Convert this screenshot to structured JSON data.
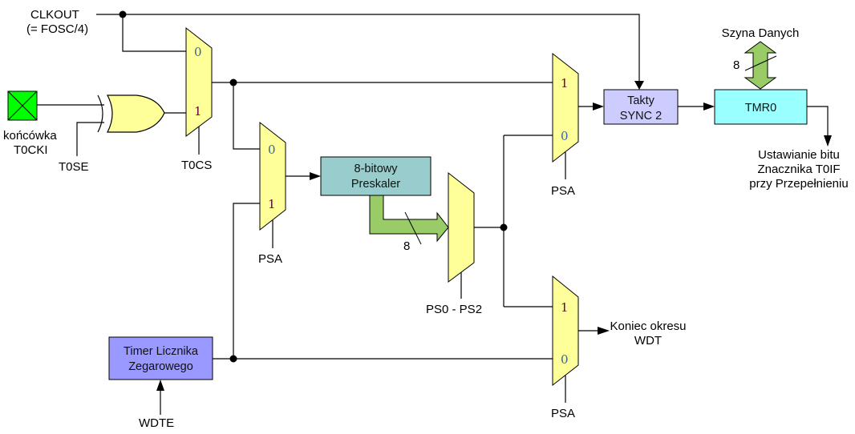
{
  "diagram": {
    "title": "TMR0 / WDT prescaler block diagram",
    "colors": {
      "mux_fill": "#ffff99",
      "xor_fill": "#ffff99",
      "pin_fill": "#00ff00",
      "prescaler_fill": "#99cccc",
      "sync_fill": "#ccccff",
      "tmr0_fill": "#99ffff",
      "wdt_timer_fill": "#9999ff",
      "bus_fill": "#99cc66",
      "mux_label_1": "#660033",
      "mux_label_0": "#336699"
    },
    "labels": {
      "clkout": "CLKOUT",
      "clkout_sub": "(= FOSC/4)",
      "pin_line1": "końcówka",
      "pin_line2": "T0CKI",
      "t0se": "T0SE",
      "t0cs": "T0CS",
      "psa_mux2": "PSA",
      "psa_mux4": "PSA",
      "psa_mux5": "PSA",
      "ps_select": "PS0 - PS2",
      "bus_width_prescaler": "8",
      "bus_width_data": "8",
      "data_bus": "Szyna Danych",
      "wdte": "WDTE",
      "wdt_out_line1": "Koniec okresu",
      "wdt_out_line2": "WDT",
      "t0if_line1": "Ustawianie bitu",
      "t0if_line2": "Znacznika T0IF",
      "t0if_line3": "przy Przepełnieniu"
    },
    "blocks": {
      "prescaler": [
        "8-bitowy",
        "Preskaler"
      ],
      "sync": [
        "Takty",
        "SYNC 2"
      ],
      "tmr0": [
        "TMR0"
      ],
      "wdt_timer": [
        "Timer Licznika",
        "Zegarowego"
      ]
    },
    "mux_inputs": {
      "mux_t0cs": [
        "0",
        "1"
      ],
      "mux_psa_prescaler": [
        "0",
        "1"
      ],
      "mux_psa_tmr0": [
        "1",
        "0"
      ],
      "mux_psa_wdt": [
        "1",
        "0"
      ]
    }
  }
}
